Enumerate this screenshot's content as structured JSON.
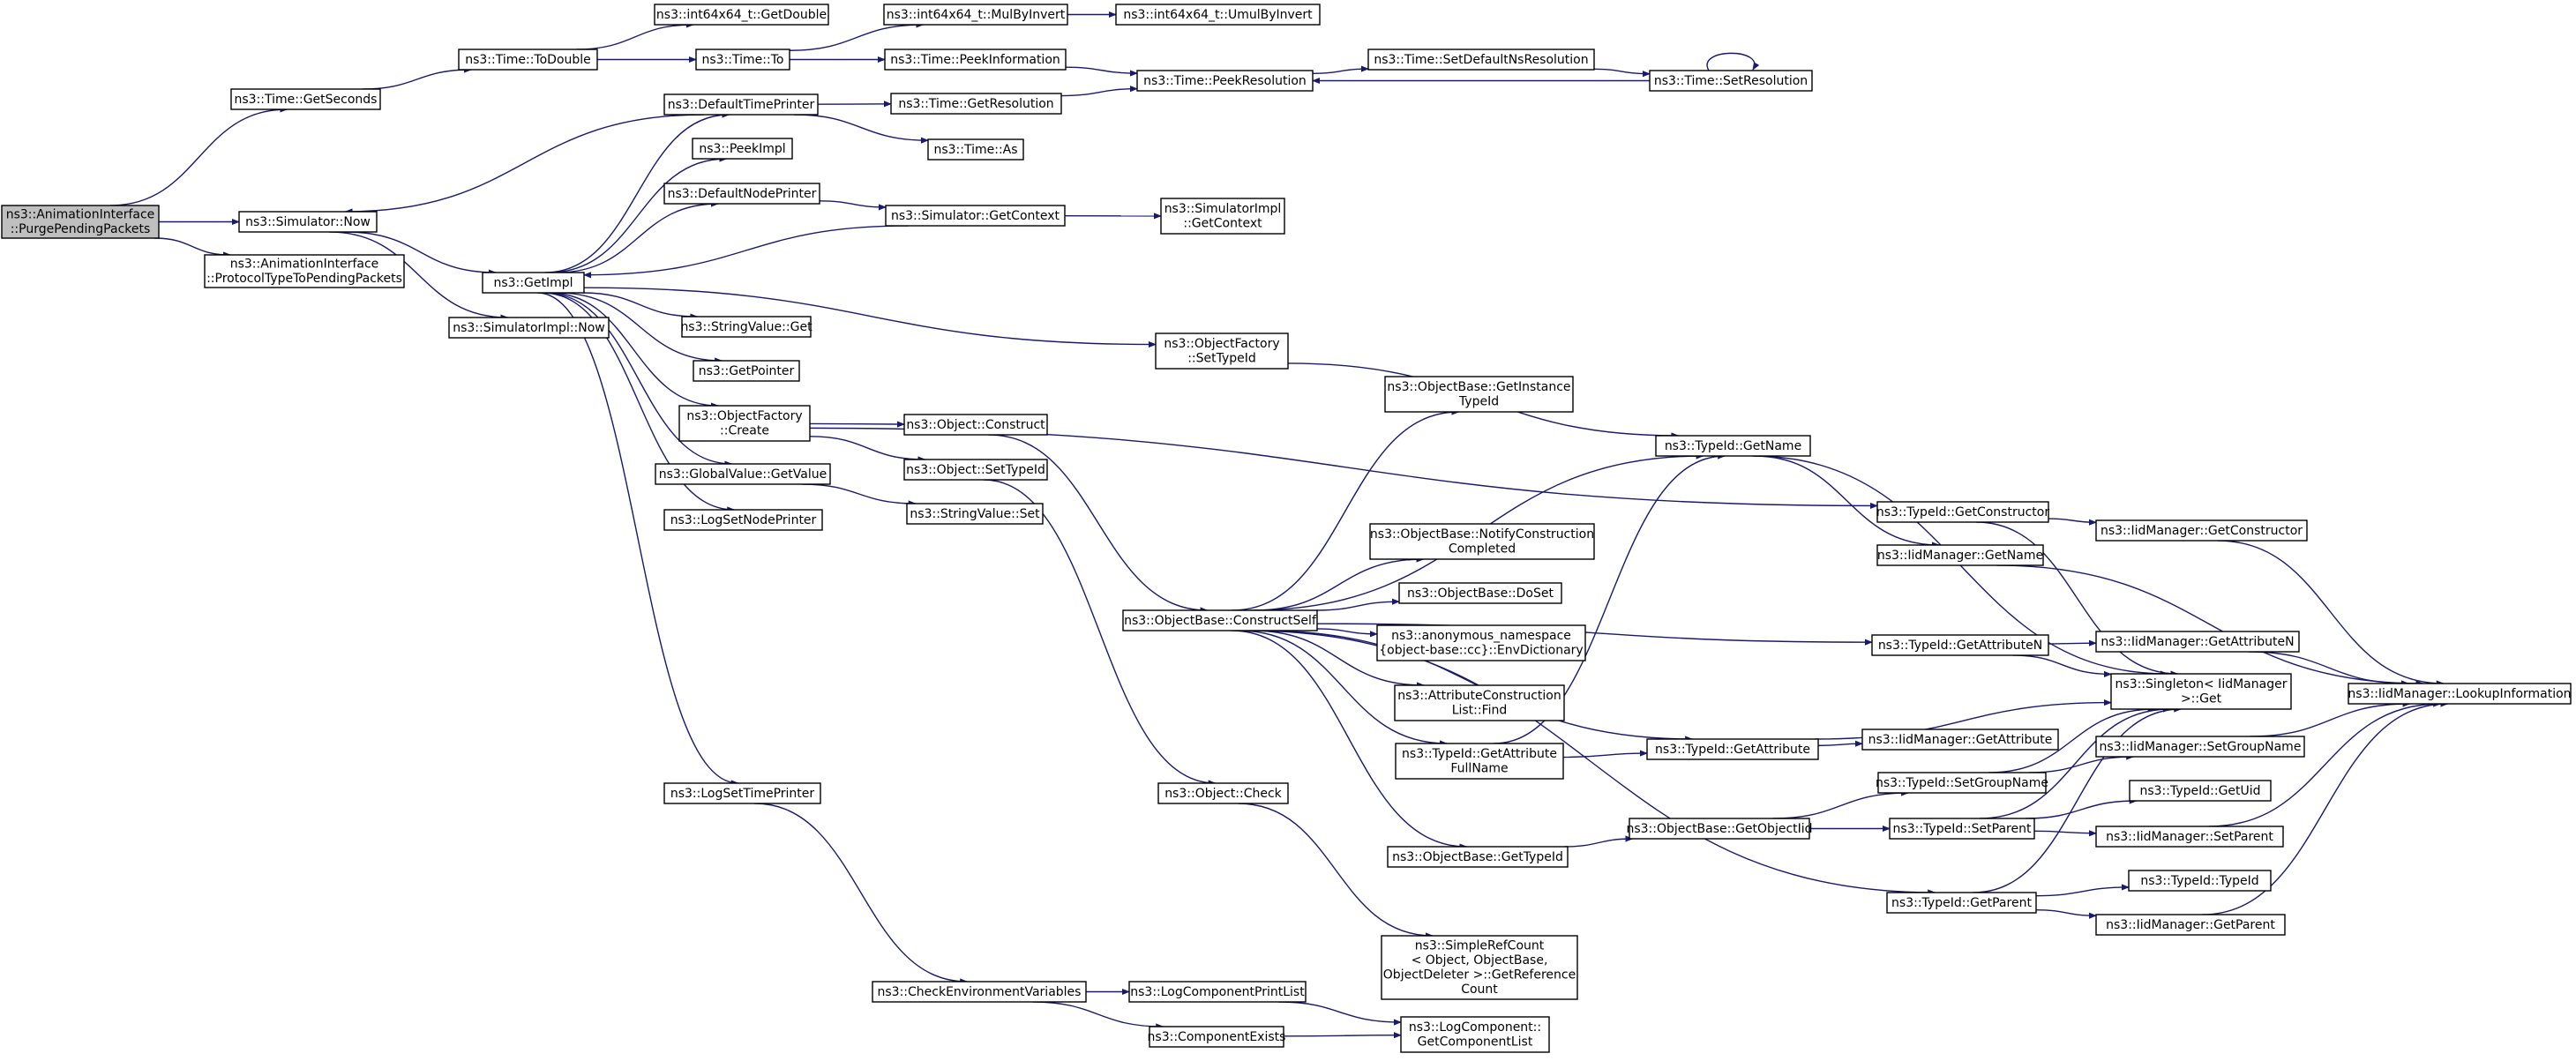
{
  "diagram": {
    "colors": {
      "edge": "#191970",
      "root_fill": "#bfbfbf",
      "node_fill": "#ffffff",
      "node_stroke": "#000000"
    },
    "nodes": [
      {
        "id": "root",
        "lines": [
          "ns3::AnimationInterface",
          "::PurgePendingPackets"
        ],
        "root": true
      },
      {
        "id": "getseconds",
        "lines": [
          "ns3::Time::GetSeconds"
        ]
      },
      {
        "id": "simnow",
        "lines": [
          "ns3::Simulator::Now"
        ]
      },
      {
        "id": "prototype",
        "lines": [
          "ns3::AnimationInterface",
          "::ProtocolTypeToPendingPackets"
        ]
      },
      {
        "id": "todouble",
        "lines": [
          "ns3::Time::ToDouble"
        ]
      },
      {
        "id": "getdouble",
        "lines": [
          "ns3::int64x64_t::GetDouble"
        ]
      },
      {
        "id": "timeto",
        "lines": [
          "ns3::Time::To"
        ]
      },
      {
        "id": "mulbyinvert",
        "lines": [
          "ns3::int64x64_t::MulByInvert"
        ]
      },
      {
        "id": "umulbyinvert",
        "lines": [
          "ns3::int64x64_t::UmulByInvert"
        ]
      },
      {
        "id": "peekinfo",
        "lines": [
          "ns3::Time::PeekInformation"
        ]
      },
      {
        "id": "peekres",
        "lines": [
          "ns3::Time::PeekResolution"
        ]
      },
      {
        "id": "setdefns",
        "lines": [
          "ns3::Time::SetDefaultNsResolution"
        ]
      },
      {
        "id": "setres",
        "lines": [
          "ns3::Time::SetResolution"
        ]
      },
      {
        "id": "deftimeprinter",
        "lines": [
          "ns3::DefaultTimePrinter"
        ]
      },
      {
        "id": "getres",
        "lines": [
          "ns3::Time::GetResolution"
        ]
      },
      {
        "id": "timeas",
        "lines": [
          "ns3::Time::As"
        ]
      },
      {
        "id": "peekimpl",
        "lines": [
          "ns3::PeekImpl"
        ]
      },
      {
        "id": "defnodeprinter",
        "lines": [
          "ns3::DefaultNodePrinter"
        ]
      },
      {
        "id": "simgetctx",
        "lines": [
          "ns3::Simulator::GetContext"
        ]
      },
      {
        "id": "simimplgetctx",
        "lines": [
          "ns3::SimulatorImpl",
          "::GetContext"
        ]
      },
      {
        "id": "getimpl",
        "lines": [
          "ns3::GetImpl"
        ]
      },
      {
        "id": "simimplnow",
        "lines": [
          "ns3::SimulatorImpl::Now"
        ]
      },
      {
        "id": "strvalget",
        "lines": [
          "ns3::StringValue::Get"
        ]
      },
      {
        "id": "ofsettypeid",
        "lines": [
          "ns3::ObjectFactory",
          "::SetTypeId"
        ]
      },
      {
        "id": "getpointer",
        "lines": [
          "ns3::GetPointer"
        ]
      },
      {
        "id": "ofcreate",
        "lines": [
          "ns3::ObjectFactory",
          "::Create"
        ]
      },
      {
        "id": "objconstruct",
        "lines": [
          "ns3::Object::Construct"
        ]
      },
      {
        "id": "objsettypeid",
        "lines": [
          "ns3::Object::SetTypeId"
        ]
      },
      {
        "id": "gvgetvalue",
        "lines": [
          "ns3::GlobalValue::GetValue"
        ]
      },
      {
        "id": "strvalset",
        "lines": [
          "ns3::StringValue::Set"
        ]
      },
      {
        "id": "logsetnode",
        "lines": [
          "ns3::LogSetNodePrinter"
        ]
      },
      {
        "id": "logsettime",
        "lines": [
          "ns3::LogSetTimePrinter"
        ]
      },
      {
        "id": "obgetinst",
        "lines": [
          "ns3::ObjectBase::GetInstance",
          "TypeId"
        ]
      },
      {
        "id": "tidgetname",
        "lines": [
          "ns3::TypeId::GetName"
        ]
      },
      {
        "id": "obnotify",
        "lines": [
          "ns3::ObjectBase::NotifyConstruction",
          "Completed"
        ]
      },
      {
        "id": "obdoset",
        "lines": [
          "ns3::ObjectBase::DoSet"
        ]
      },
      {
        "id": "obconstructself",
        "lines": [
          "ns3::ObjectBase::ConstructSelf"
        ]
      },
      {
        "id": "anonenv",
        "lines": [
          "ns3::anonymous_namespace",
          "{object-base::cc}::EnvDictionary"
        ]
      },
      {
        "id": "attrfind",
        "lines": [
          "ns3::AttributeConstruction",
          "List::Find"
        ]
      },
      {
        "id": "tidgetattrfull",
        "lines": [
          "ns3::TypeId::GetAttribute",
          "FullName"
        ]
      },
      {
        "id": "tidgetattr",
        "lines": [
          "ns3::TypeId::GetAttribute"
        ]
      },
      {
        "id": "objcheck",
        "lines": [
          "ns3::Object::Check"
        ]
      },
      {
        "id": "obgettypeid",
        "lines": [
          "ns3::ObjectBase::GetTypeId"
        ]
      },
      {
        "id": "obgetobjtid",
        "lines": [
          "ns3::ObjectBase::GetObjectIid"
        ]
      },
      {
        "id": "simplerefcount",
        "lines": [
          "ns3::SimpleRefCount",
          "< Object, ObjectBase,",
          "ObjectDeleter >::GetReference",
          "Count"
        ]
      },
      {
        "id": "checkenv",
        "lines": [
          "ns3::CheckEnvironmentVariables"
        ]
      },
      {
        "id": "logcompprint",
        "lines": [
          "ns3::LogComponentPrintList"
        ]
      },
      {
        "id": "compexists",
        "lines": [
          "ns3::ComponentExists"
        ]
      },
      {
        "id": "logcompgetlist",
        "lines": [
          "ns3::LogComponent::",
          "GetComponentList"
        ]
      },
      {
        "id": "tidgetctor",
        "lines": [
          "ns3::TypeId::GetConstructor"
        ]
      },
      {
        "id": "iidgetctor",
        "lines": [
          "ns3::IidManager::GetConstructor"
        ]
      },
      {
        "id": "iidgetname",
        "lines": [
          "ns3::IidManager::GetName"
        ]
      },
      {
        "id": "tidgetattrn",
        "lines": [
          "ns3::TypeId::GetAttributeN"
        ]
      },
      {
        "id": "iidgetattrn",
        "lines": [
          "ns3::IidManager::GetAttributeN"
        ]
      },
      {
        "id": "singleton",
        "lines": [
          "ns3::Singleton< IidManager",
          ">::Get"
        ]
      },
      {
        "id": "iidlookup",
        "lines": [
          "ns3::IidManager::LookupInformation"
        ]
      },
      {
        "id": "iidgetattr",
        "lines": [
          "ns3::IidManager::GetAttribute"
        ]
      },
      {
        "id": "tidsetgroup",
        "lines": [
          "ns3::TypeId::SetGroupName"
        ]
      },
      {
        "id": "iidsetgroup",
        "lines": [
          "ns3::IidManager::SetGroupName"
        ]
      },
      {
        "id": "tidgetuid",
        "lines": [
          "ns3::TypeId::GetUid"
        ]
      },
      {
        "id": "tidsetparent",
        "lines": [
          "ns3::TypeId::SetParent"
        ]
      },
      {
        "id": "iidsetparent",
        "lines": [
          "ns3::IidManager::SetParent"
        ]
      },
      {
        "id": "tidtypeid",
        "lines": [
          "ns3::TypeId::TypeId"
        ]
      },
      {
        "id": "tidgetparent",
        "lines": [
          "ns3::TypeId::GetParent"
        ]
      },
      {
        "id": "iidgetparent",
        "lines": [
          "ns3::IidManager::GetParent"
        ]
      }
    ],
    "edges": [
      {
        "from": "root",
        "to": "getseconds"
      },
      {
        "from": "root",
        "to": "simnow"
      },
      {
        "from": "root",
        "to": "prototype"
      },
      {
        "from": "getseconds",
        "to": "todouble"
      },
      {
        "from": "todouble",
        "to": "getdouble"
      },
      {
        "from": "todouble",
        "to": "timeto"
      },
      {
        "from": "timeto",
        "to": "mulbyinvert"
      },
      {
        "from": "mulbyinvert",
        "to": "umulbyinvert"
      },
      {
        "from": "timeto",
        "to": "peekinfo"
      },
      {
        "from": "peekinfo",
        "to": "peekres"
      },
      {
        "from": "peekres",
        "to": "setdefns"
      },
      {
        "from": "setdefns",
        "to": "setres"
      },
      {
        "from": "setres",
        "to": "peekres"
      },
      {
        "from": "setres",
        "to": "setres"
      },
      {
        "from": "simnow",
        "to": "getimpl"
      },
      {
        "from": "simnow",
        "to": "simimplnow"
      },
      {
        "from": "deftimeprinter",
        "to": "simnow"
      },
      {
        "from": "deftimeprinter",
        "to": "getres"
      },
      {
        "from": "deftimeprinter",
        "to": "timeas"
      },
      {
        "from": "getres",
        "to": "peekres"
      },
      {
        "from": "getimpl",
        "to": "deftimeprinter"
      },
      {
        "from": "getimpl",
        "to": "peekimpl"
      },
      {
        "from": "getimpl",
        "to": "defnodeprinter"
      },
      {
        "from": "defnodeprinter",
        "to": "simgetctx"
      },
      {
        "from": "simgetctx",
        "to": "getimpl"
      },
      {
        "from": "simgetctx",
        "to": "simimplgetctx"
      },
      {
        "from": "getimpl",
        "to": "strvalget"
      },
      {
        "from": "getimpl",
        "to": "ofsettypeid"
      },
      {
        "from": "getimpl",
        "to": "getpointer"
      },
      {
        "from": "getimpl",
        "to": "ofcreate"
      },
      {
        "from": "getimpl",
        "to": "gvgetvalue"
      },
      {
        "from": "getimpl",
        "to": "logsetnode"
      },
      {
        "from": "getimpl",
        "to": "logsettime"
      },
      {
        "from": "ofsettypeid",
        "to": "tidgetname"
      },
      {
        "from": "ofcreate",
        "to": "objconstruct"
      },
      {
        "from": "ofcreate",
        "to": "objsettypeid"
      },
      {
        "from": "ofcreate",
        "to": "tidgetctor"
      },
      {
        "from": "gvgetvalue",
        "to": "strvalset"
      },
      {
        "from": "objconstruct",
        "to": "obconstructself"
      },
      {
        "from": "objsettypeid",
        "to": "objcheck"
      },
      {
        "from": "logsettime",
        "to": "checkenv"
      },
      {
        "from": "checkenv",
        "to": "logcompprint"
      },
      {
        "from": "checkenv",
        "to": "compexists"
      },
      {
        "from": "logcompprint",
        "to": "logcompgetlist"
      },
      {
        "from": "compexists",
        "to": "logcompgetlist"
      },
      {
        "from": "objcheck",
        "to": "simplerefcount"
      },
      {
        "from": "obconstructself",
        "to": "obgetinst"
      },
      {
        "from": "obconstructself",
        "to": "tidgetname"
      },
      {
        "from": "obconstructself",
        "to": "obnotify"
      },
      {
        "from": "obconstructself",
        "to": "obdoset"
      },
      {
        "from": "obconstructself",
        "to": "anonenv"
      },
      {
        "from": "obconstructself",
        "to": "attrfind"
      },
      {
        "from": "obconstructself",
        "to": "tidgetattrfull"
      },
      {
        "from": "obconstructself",
        "to": "tidgetattr"
      },
      {
        "from": "obconstructself",
        "to": "obgettypeid"
      },
      {
        "from": "obconstructself",
        "to": "tidgetattrn"
      },
      {
        "from": "obconstructself",
        "to": "tidgetparent"
      },
      {
        "from": "tidgetattrfull",
        "to": "tidgetname"
      },
      {
        "from": "tidgetattrfull",
        "to": "tidgetattr"
      },
      {
        "from": "tidgetname",
        "to": "iidgetname"
      },
      {
        "from": "tidgetname",
        "to": "singleton"
      },
      {
        "from": "tidgetattr",
        "to": "iidgetattr"
      },
      {
        "from": "tidgetattr",
        "to": "singleton"
      },
      {
        "from": "obgettypeid",
        "to": "obgetobjtid"
      },
      {
        "from": "obgetobjtid",
        "to": "tidsetgroup"
      },
      {
        "from": "obgetobjtid",
        "to": "tidsetparent"
      },
      {
        "from": "tidgetctor",
        "to": "iidgetctor"
      },
      {
        "from": "tidgetctor",
        "to": "singleton"
      },
      {
        "from": "iidgetctor",
        "to": "iidlookup"
      },
      {
        "from": "iidgetname",
        "to": "iidlookup"
      },
      {
        "from": "tidgetattrn",
        "to": "iidgetattrn"
      },
      {
        "from": "tidgetattrn",
        "to": "singleton"
      },
      {
        "from": "iidgetattrn",
        "to": "iidlookup"
      },
      {
        "from": "tidsetgroup",
        "to": "iidsetgroup"
      },
      {
        "from": "tidsetgroup",
        "to": "singleton"
      },
      {
        "from": "iidsetgroup",
        "to": "iidlookup"
      },
      {
        "from": "tidsetparent",
        "to": "tidgetuid"
      },
      {
        "from": "tidsetparent",
        "to": "iidsetparent"
      },
      {
        "from": "tidsetparent",
        "to": "singleton"
      },
      {
        "from": "iidsetparent",
        "to": "iidlookup"
      },
      {
        "from": "tidgetparent",
        "to": "tidtypeid"
      },
      {
        "from": "tidgetparent",
        "to": "iidgetparent"
      },
      {
        "from": "tidgetparent",
        "to": "singleton"
      },
      {
        "from": "iidgetparent",
        "to": "iidlookup"
      }
    ]
  }
}
